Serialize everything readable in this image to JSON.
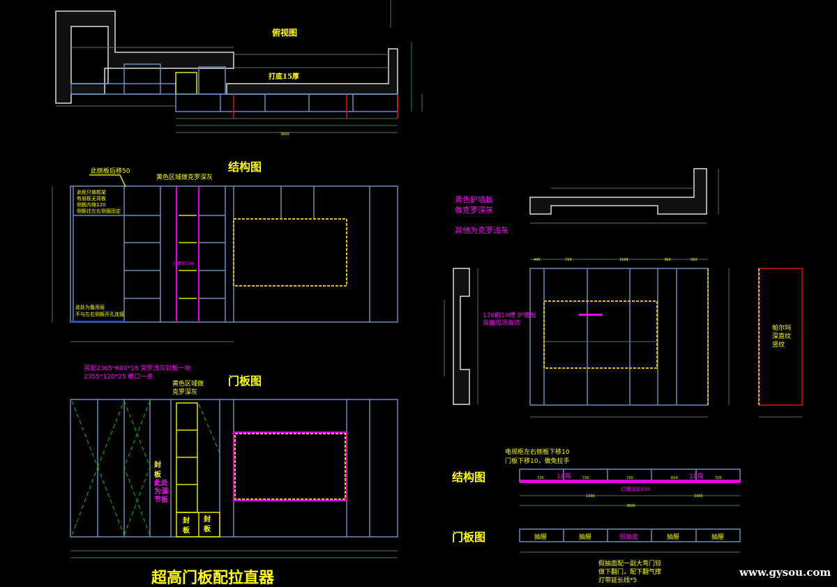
{
  "titles": {
    "plan_view": "俯视图",
    "structure_left": "结构图",
    "door_left": "门板图",
    "structure_right": "结构图",
    "door_right": "门板图",
    "main_title": "超高门板配拉直器"
  },
  "notes": {
    "plan_base": "打底15厚",
    "side_panel_back": "此侧板后移50",
    "yellow_area": "黄色区域做克罗深灰",
    "left_box": [
      "此柜只做框架",
      "有层板无背板",
      "侧板内缩120",
      "侧板往左右侧面固定"
    ],
    "spare_layer": [
      "此处为备用层",
      "不与左右侧板开孔连接"
    ],
    "light_strip_left": "灯槽深150",
    "extra_board": [
      "另配2365*600*18 克罗浅灰封板一块",
      "2355*120*25 收口一条"
    ],
    "door_yellow": [
      "黄色区域做",
      "克罗深灰"
    ],
    "seal_board": [
      "封",
      "板"
    ],
    "adjust_board": [
      "此处",
      "为调",
      "节板"
    ],
    "seal_a": [
      "封",
      "板"
    ],
    "seal_b": [
      "封",
      "板"
    ],
    "wall_yellow": [
      "黄色护墙板",
      "做克罗深灰"
    ],
    "others_light": "其他为克罗浅灰",
    "groove": [
      "170前10槽 护墙板",
      "背面现场裁切"
    ],
    "right_panel": [
      "帕尔玛",
      "深直纹",
      "竖纹"
    ],
    "tv_notes": [
      "电视柜左右侧板下移10",
      "门板下移10，做免拉手"
    ],
    "hole_18_a": "18背",
    "hole_18_b": "18背",
    "light_strip_right": "灯槽深前150",
    "bottom_notes": [
      "假抽面配一副大弯门铰",
      "做下翻门，配下翻气撑",
      "灯带延长线*5"
    ]
  },
  "door_strip_labels": [
    "抽屉",
    "抽屉",
    "假抽面",
    "抽屉",
    "抽屉"
  ],
  "dims": {
    "top_total": "3800",
    "right_top": [
      "440",
      "724",
      "1684",
      "384",
      "560"
    ],
    "strip_parts": [
      "720",
      "720",
      "720",
      "614",
      "720"
    ],
    "strip_totals": [
      "1900",
      "1900"
    ],
    "strip_total": "3800"
  },
  "watermark": "www.gysou.com"
}
